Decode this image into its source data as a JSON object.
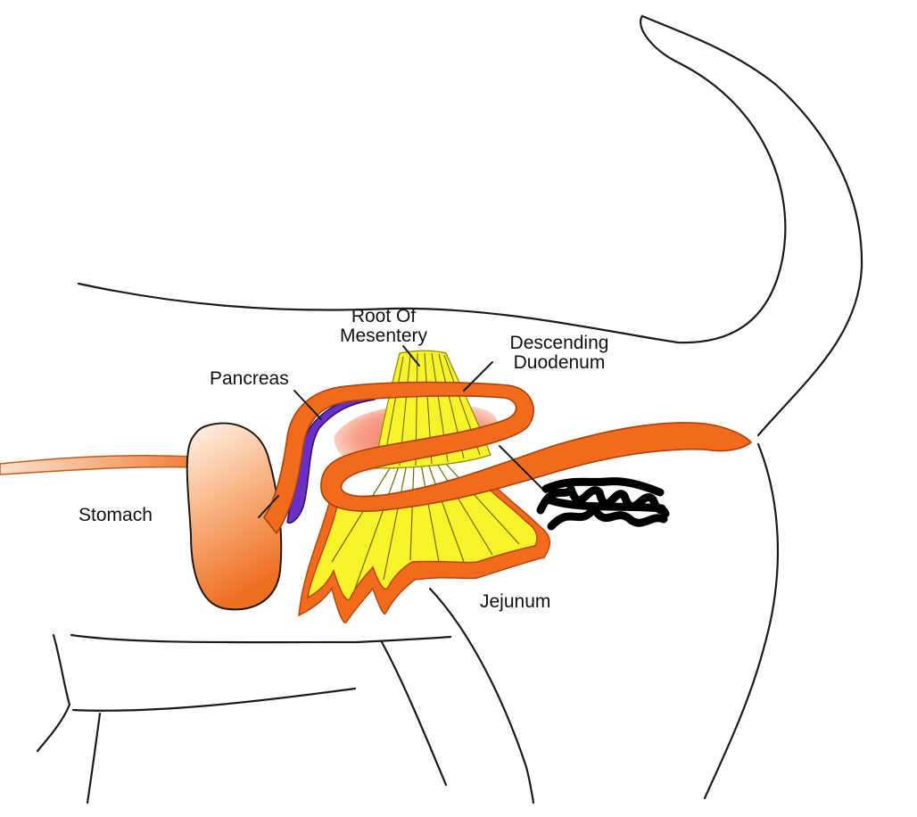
{
  "labels": {
    "root_line1": "Root Of",
    "root_line2": "Mesentery",
    "descending_line1": "Descending",
    "descending_line2": "Duodenum",
    "pancreas": "Pancreas",
    "stomach": "Stomach",
    "jejunum": "Jejunum"
  },
  "colors": {
    "outline": "#1a1a1a",
    "intestine": "#f26b1d",
    "intestine_dark": "#b8450c",
    "stomach_light": "#fde4cf",
    "stomach_dark": "#f07a2e",
    "pancreas": "#6a2fc4",
    "mesentery": "#f7f22a",
    "mesentery_line": "#6b6b00",
    "loop_red": "#f5583a",
    "scribble": "#000000"
  }
}
